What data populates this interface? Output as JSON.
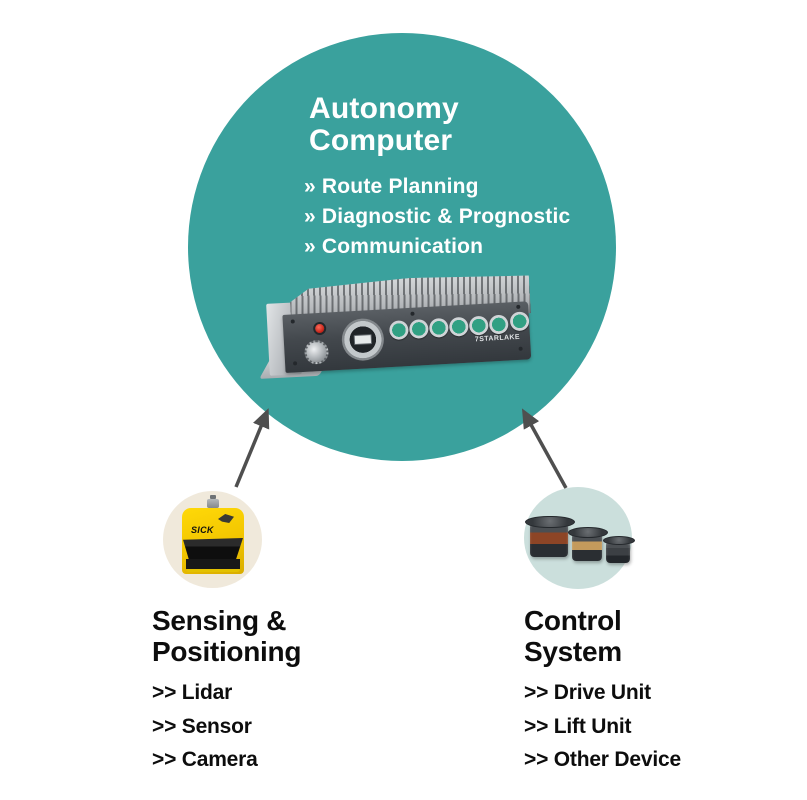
{
  "main": {
    "title_line1": "Autonomy",
    "title_line2": "Computer",
    "bullets": [
      "» Route Planning",
      "» Diagnostic & Prognostic",
      "» Communication"
    ],
    "device_brand": "7STARLAKE"
  },
  "left": {
    "heading_line1": "Sensing &",
    "heading_line2": "Positioning",
    "items": [
      ">> Lidar",
      ">> Sensor",
      ">> Camera"
    ],
    "lidar_brand": "SICK"
  },
  "right": {
    "heading_line1": "Control",
    "heading_line2": "System",
    "items": [
      ">> Drive Unit",
      ">> Lift Unit",
      ">> Other Device"
    ]
  },
  "colors": {
    "main_circle": "#3aa19d",
    "left_circle": "#f0e9db",
    "right_circle": "#cbdfdc",
    "arrow": "#4f4f4f"
  }
}
